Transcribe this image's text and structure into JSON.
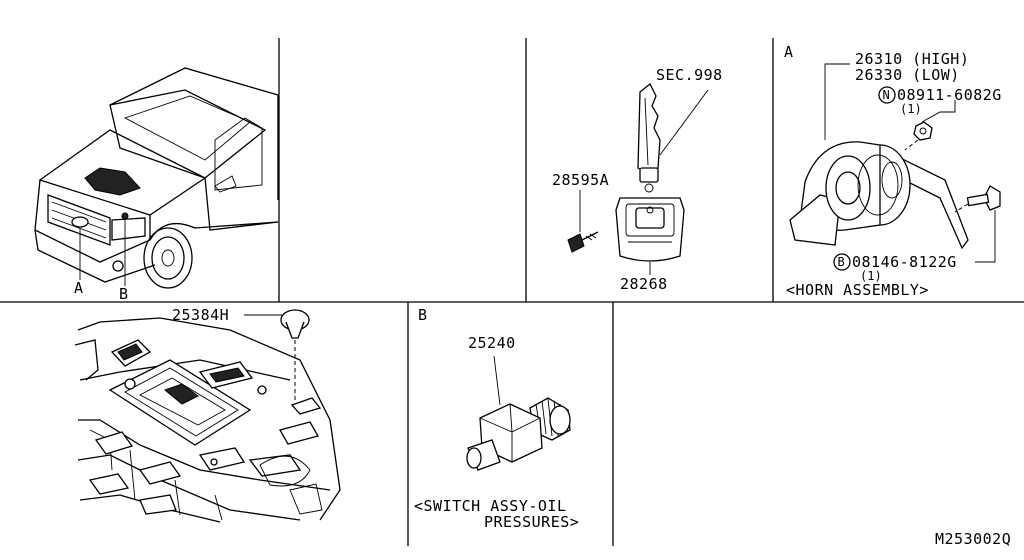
{
  "panels": {
    "truck": {
      "callouts": [
        "A",
        "B"
      ]
    },
    "key": {
      "parts": [
        "SEC.998",
        "28595A",
        "28268"
      ]
    },
    "horn": {
      "section": "A",
      "high": "26310 (HIGH)",
      "low": "26330 (LOW)",
      "nut_symbol": "N",
      "nut_part": "08911-6082G",
      "nut_qty": "(1)",
      "bolt_symbol": "B",
      "bolt_part": "08146-8122G",
      "bolt_qty": "(1)",
      "caption": "<HORN ASSEMBLY>"
    },
    "engine_bay": {
      "part": "25384H"
    },
    "switch": {
      "section": "B",
      "part": "25240",
      "caption_line1": "<SWITCH ASSY-OIL",
      "caption_line2": "PRESSURES>"
    }
  },
  "diagram_code": "M253002Q"
}
